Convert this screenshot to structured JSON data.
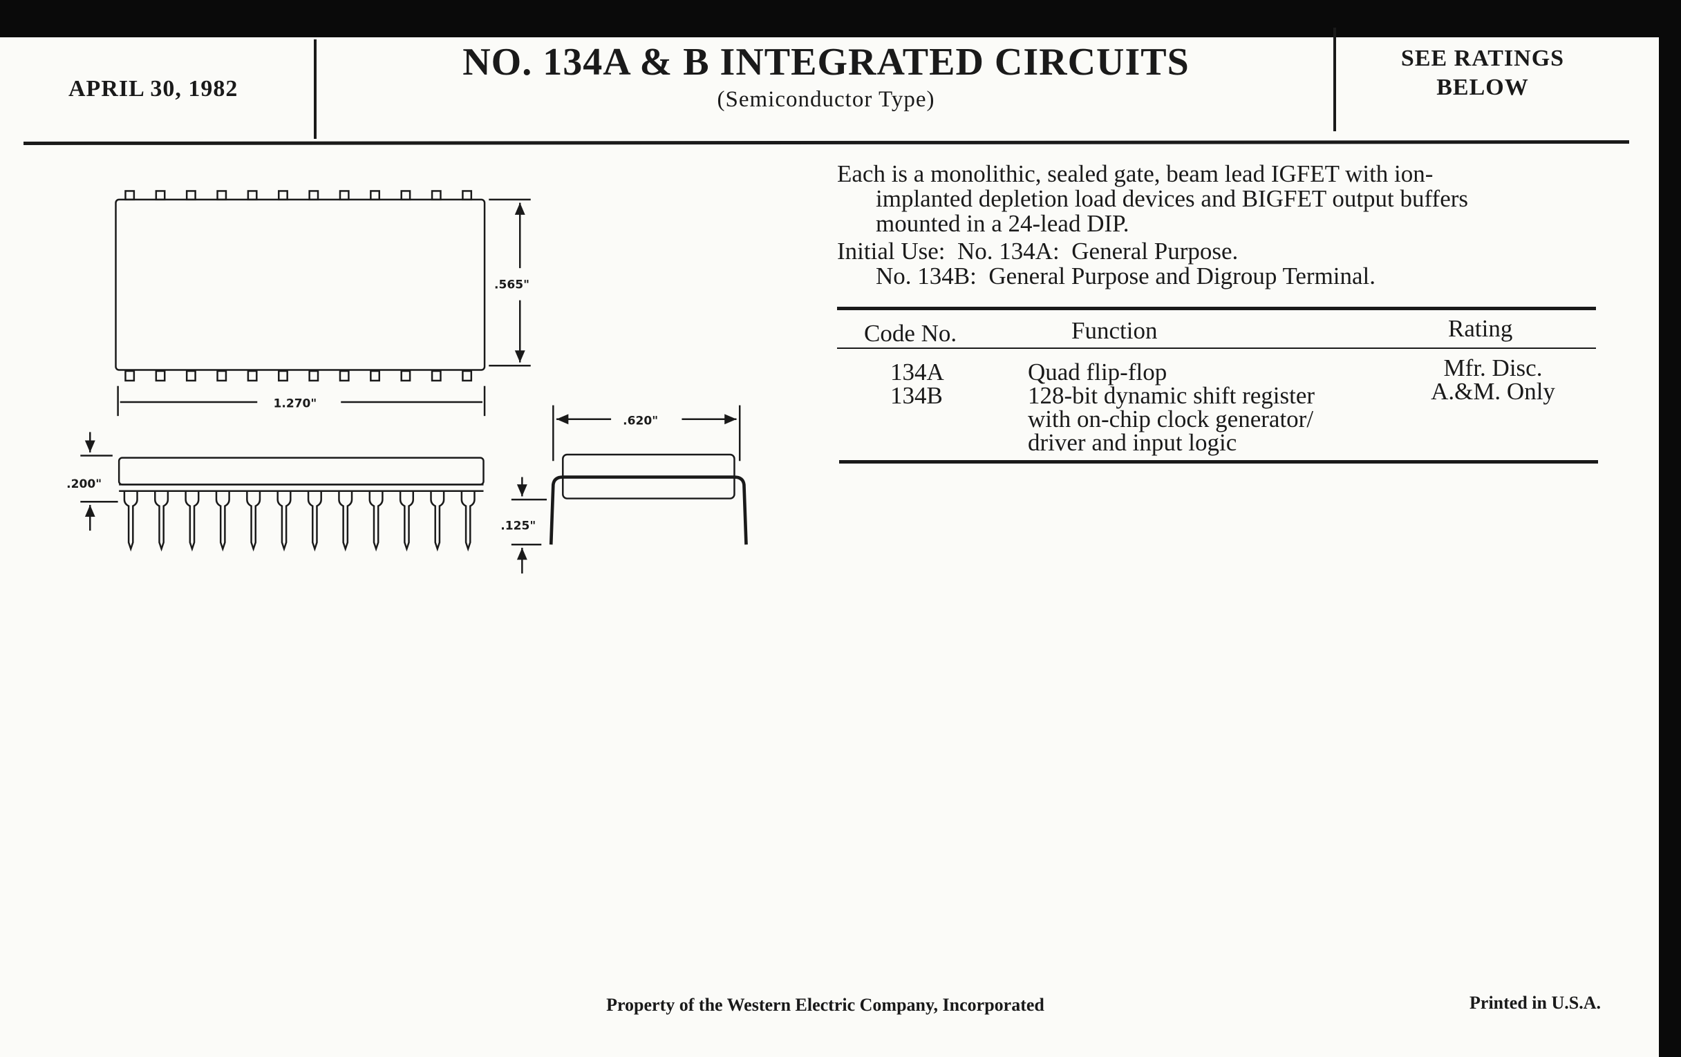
{
  "header": {
    "date": "APRIL 30, 1982",
    "title": "NO. 134A & B INTEGRATED CIRCUITS",
    "subtitle": "(Semiconductor Type)",
    "ratings_note": [
      "SEE RATINGS",
      "BELOW"
    ]
  },
  "description": {
    "lines": [
      "Each is a monolithic, sealed gate, beam lead IGFET with ion-",
      "implanted depletion load devices and BIGFET output buffers",
      "mounted in a 24-lead DIP."
    ],
    "initial_use": [
      "Initial Use:  No. 134A:  General Purpose.",
      "No. 134B:  General Purpose and Digroup Terminal."
    ]
  },
  "table": {
    "headers": {
      "code": "Code No.",
      "function": "Function",
      "rating": "Rating"
    },
    "codes": [
      "134A",
      "134B"
    ],
    "function_lines": [
      "Quad flip-flop",
      "128-bit dynamic shift register",
      "with on-chip clock generator/",
      "driver and input logic"
    ],
    "rating_lines": [
      "Mfr. Disc.",
      "A.&M. Only"
    ]
  },
  "drawing": {
    "pin_count_per_side": 12,
    "dims": {
      "height_top": ".565\"",
      "length": "1.270\"",
      "width_end": ".620\"",
      "seated_height": ".200\"",
      "lead_length": ".125\""
    }
  },
  "footer": {
    "property": "Property of the Western Electric Company, Incorporated",
    "printed": "Printed in U.S.A."
  }
}
